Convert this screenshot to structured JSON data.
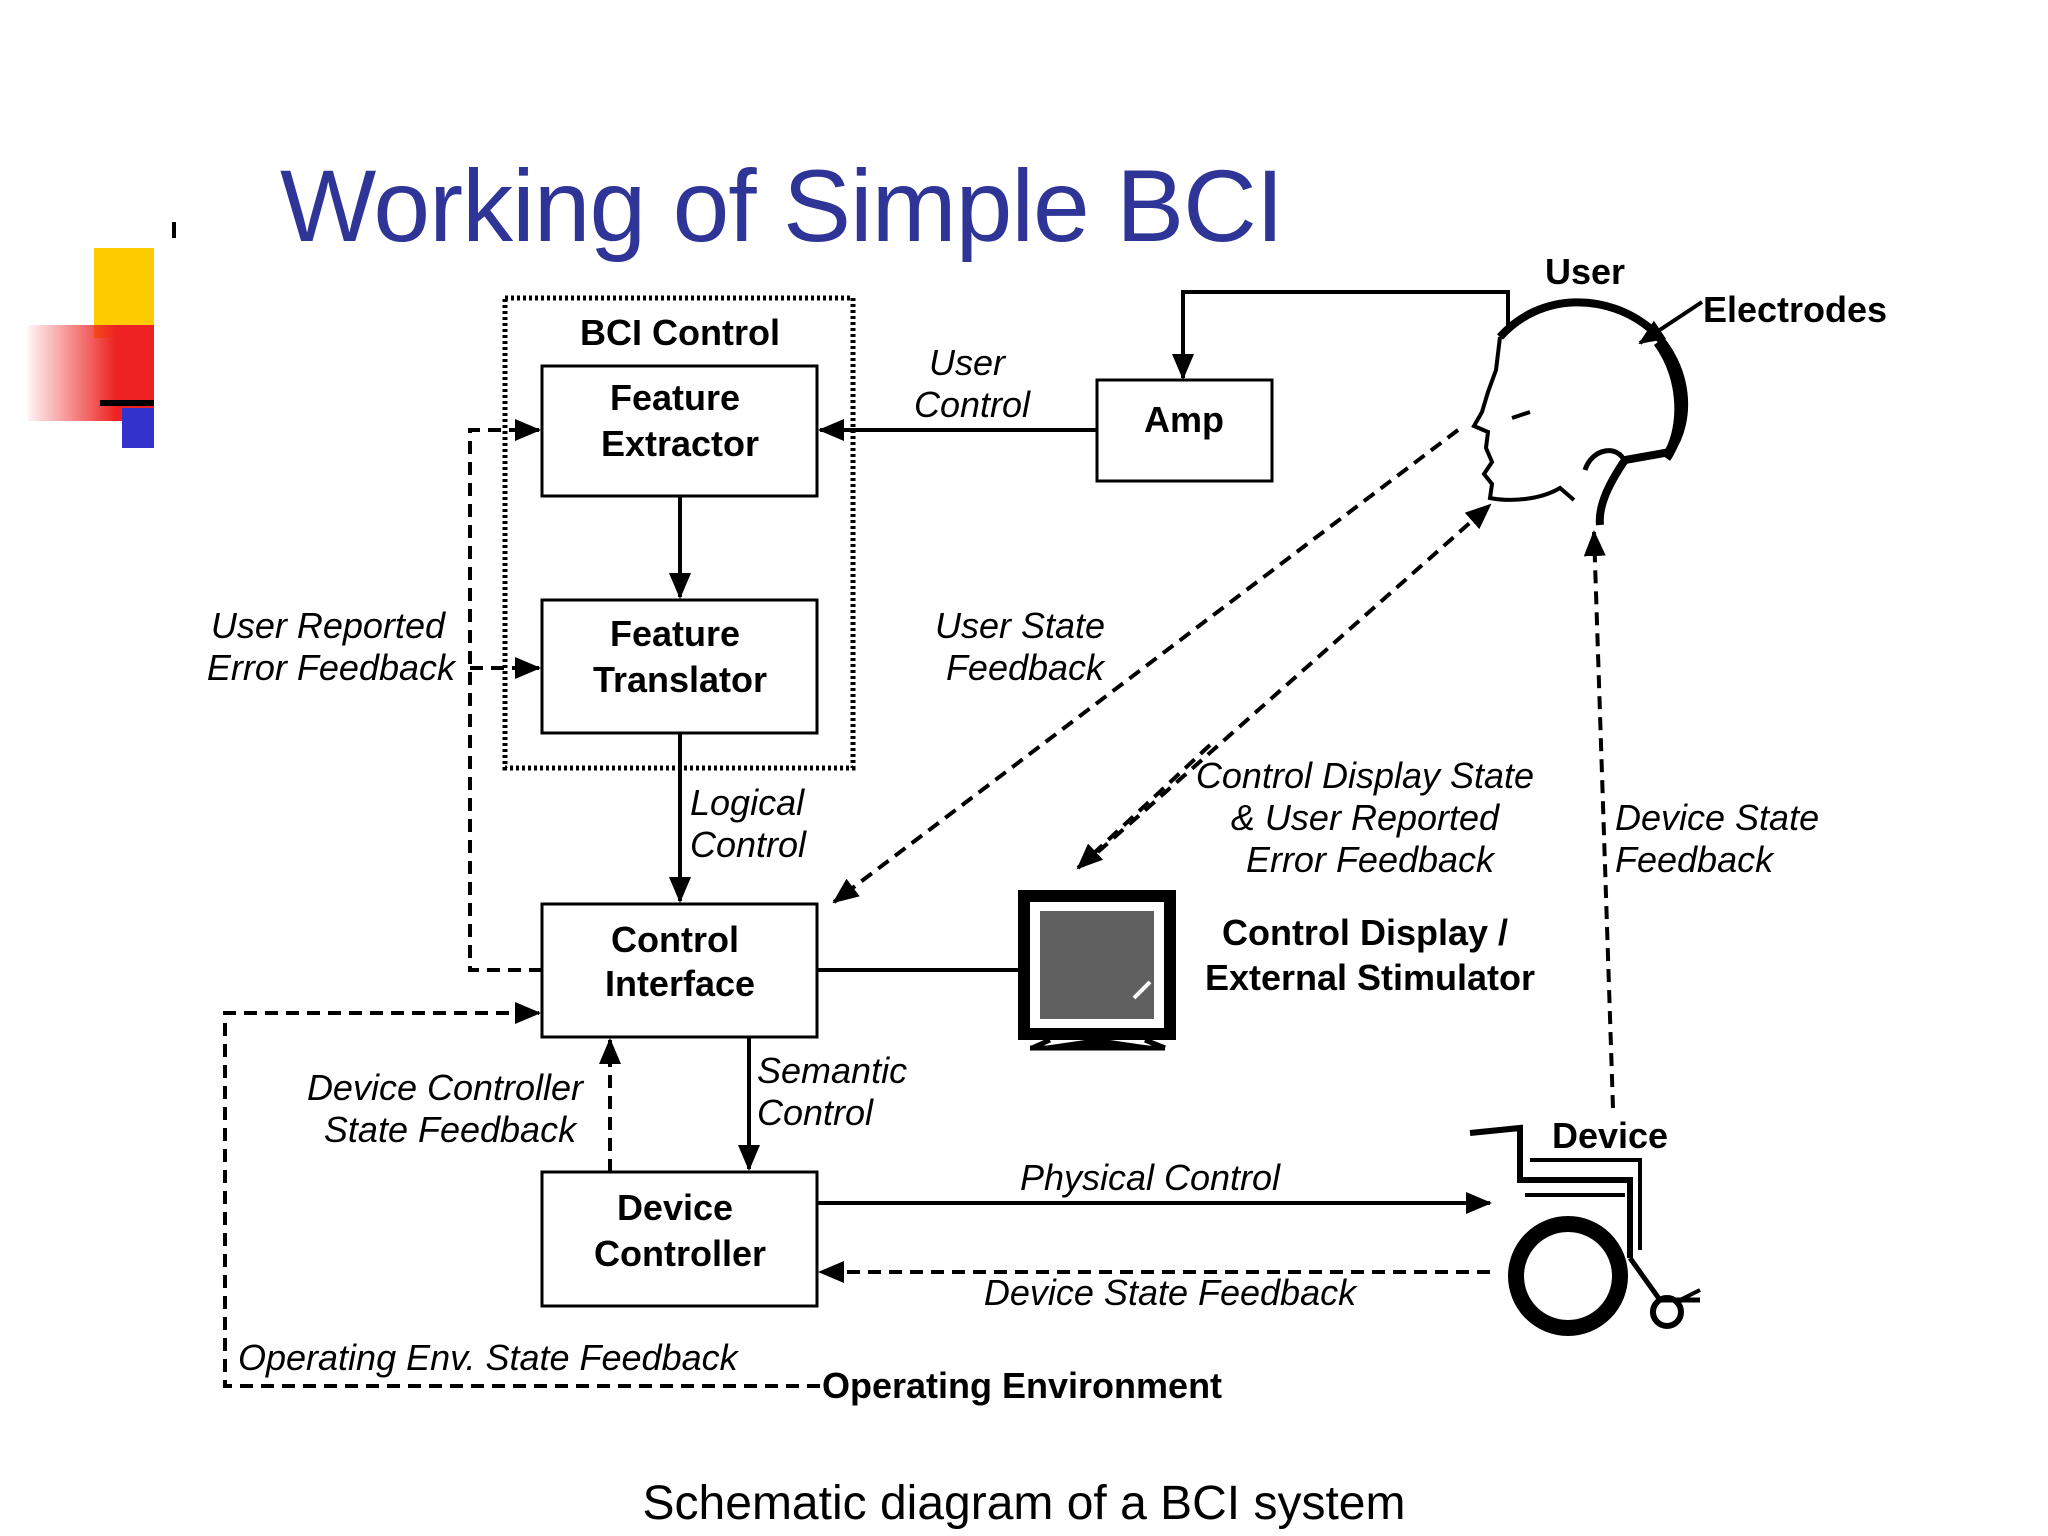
{
  "slide": {
    "title": "Working of Simple BCI",
    "caption": "Schematic diagram of a BCI system"
  },
  "diagram": {
    "group_bci": "BCI Control",
    "feature_extractor": [
      "Feature",
      "Extractor"
    ],
    "feature_translator": [
      "Feature",
      "Translator"
    ],
    "control_interface": [
      "Control",
      "Interface"
    ],
    "device_controller": [
      "Device",
      "Controller"
    ],
    "amp": "Amp",
    "user": "User",
    "electrodes": "Electrodes",
    "device": "Device",
    "control_display": [
      "Control Display /",
      "External Stimulator"
    ],
    "operating_environment": "Operating Environment",
    "edges": {
      "user_control": [
        "User",
        "Control"
      ],
      "user_reported_error": [
        "User Reported",
        "Error Feedback"
      ],
      "user_state": [
        "User State",
        "Feedback"
      ],
      "logical_control": [
        "Logical",
        "Control"
      ],
      "control_display_state": [
        "Control Display State",
        "& User Reported",
        "Error Feedback"
      ],
      "device_state_right": [
        "Device State",
        "Feedback"
      ],
      "device_controller_state": [
        "Device Controller",
        "State Feedback"
      ],
      "semantic_control": [
        "Semantic",
        "Control"
      ],
      "physical_control": "Physical Control",
      "device_state_bottom": "Device State Feedback",
      "operating_env_state": "Operating Env. State Feedback"
    }
  },
  "decoration": {
    "colors": [
      "#ffcc00",
      "#ee2222",
      "#3333cc"
    ]
  }
}
